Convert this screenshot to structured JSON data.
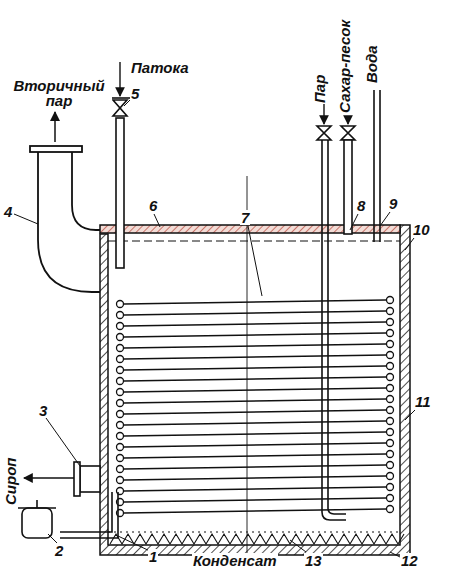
{
  "diagram": {
    "labels": [
      "Вторичный пар",
      "Патока",
      "Пар",
      "Сахар-песок",
      "Вода",
      "Сироп",
      "Конденсат",
      "1",
      "2",
      "3",
      "4",
      "5",
      "6",
      "7",
      "8",
      "9",
      "10",
      "11",
      "12",
      "13"
    ]
  }
}
